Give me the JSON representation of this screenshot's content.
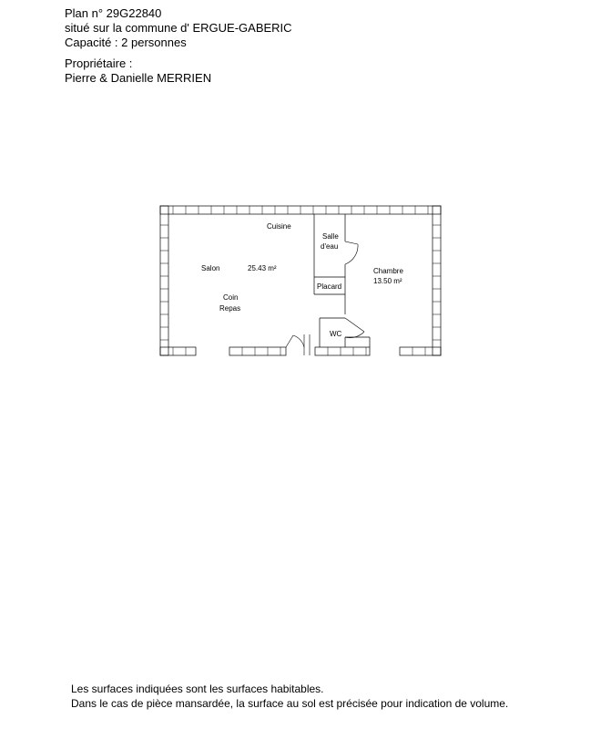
{
  "header": {
    "plan_number": "Plan n° 29G22840",
    "location": "situé sur la commune d' ERGUE-GABERIC",
    "capacity": "Capacité : 2 personnes",
    "owner_label": "Propriétaire :",
    "owner_name": "Pierre & Danielle MERRIEN"
  },
  "plan": {
    "rooms": {
      "cuisine": "Cuisine",
      "salon": "Salon",
      "salon_area": "25.43 m²",
      "coin": "Coin",
      "repas": "Repas",
      "salle": "Salle",
      "deau": "d'eau",
      "placard": "Placard",
      "chambre": "Chambre",
      "chambre_area": "13.50 m²",
      "wc": "WC"
    },
    "line_color": "#000000"
  },
  "footer": {
    "line1": "Les surfaces indiquées sont les surfaces habitables.",
    "line2": "Dans le cas de pièce mansardée, la surface au sol est précisée pour indication de volume."
  }
}
